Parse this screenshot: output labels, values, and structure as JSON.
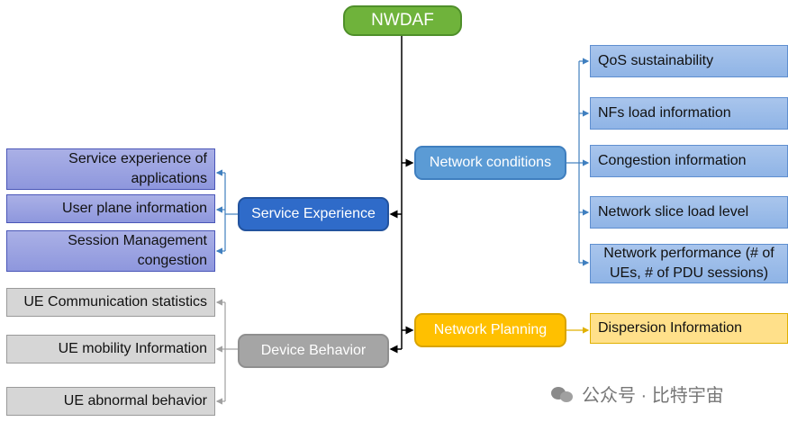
{
  "root": "NWDAF",
  "hubs": {
    "network_conditions": "Network conditions",
    "service_experience": "Service Experience",
    "device_behavior": "Device Behavior",
    "network_planning": "Network Planning"
  },
  "network_conditions_items": [
    "QoS sustainability",
    "NFs load information",
    "Congestion information",
    "Network slice load level",
    "Network performance (# of UEs, # of PDU sessions)"
  ],
  "service_experience_items": [
    "Service experience of applications",
    "User plane information",
    "Session Management congestion"
  ],
  "device_behavior_items": [
    "UE Communication statistics",
    "UE mobility  Information",
    "UE abnormal behavior"
  ],
  "network_planning_items": [
    "Dispersion Information"
  ],
  "watermark": "公众号 · 比特宇宙",
  "colors": {
    "root": "#6fb33b",
    "network_conditions": "#5b9bd5",
    "service_experience": "#2f6bc9",
    "device_behavior": "#a5a5a5",
    "network_planning": "#ffc000"
  }
}
